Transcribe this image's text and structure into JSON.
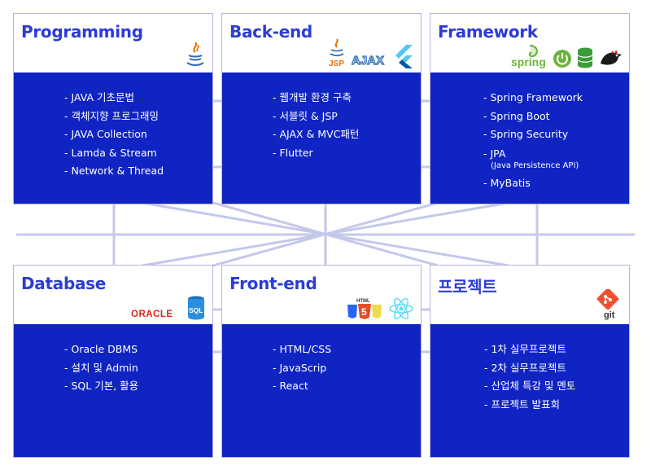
{
  "cards": [
    {
      "title": "Programming",
      "icons": [
        "java-icon"
      ],
      "items": [
        "JAVA 기초문법",
        "객체지향 프로그래밍",
        "JAVA Collection",
        "Lamda & Stream",
        "Network & Thread"
      ]
    },
    {
      "title": "Back-end",
      "icons": [
        "jsp-icon",
        "ajax-icon",
        "flutter-icon"
      ],
      "logo_text": {
        "jsp": "JSP",
        "ajax": "AJAX"
      },
      "items": [
        "웹개발 환경 구축",
        "서블릿 & JSP",
        "AJAX & MVC패턴",
        "Flutter"
      ]
    },
    {
      "title": "Framework",
      "icons": [
        "spring-icon",
        "spring-boot-icon",
        "database-icon",
        "mybatis-bird-icon"
      ],
      "logo_text": {
        "spring": "spring"
      },
      "items": [
        "Spring Framework",
        "Spring Boot",
        "Spring Security",
        "JPA",
        "MyBatis"
      ],
      "jpa_note": "(Java Persistence API)"
    },
    {
      "title": "Database",
      "icons": [
        "oracle-icon",
        "sql-icon"
      ],
      "logo_text": {
        "oracle": "ORACLE",
        "sql": "SQL"
      },
      "items": [
        "Oracle DBMS",
        "설치 및 Admin",
        "SQL 기본, 활용"
      ]
    },
    {
      "title": "Front-end",
      "icons": [
        "html-css-js-icon",
        "react-icon"
      ],
      "logo_text": {
        "html": "HTML"
      },
      "items": [
        "HTML/CSS",
        "JavaScrip",
        "React"
      ]
    },
    {
      "title": "프로젝트",
      "icons": [
        "git-icon"
      ],
      "logo_text": {
        "git": "git"
      },
      "items": [
        "1차 실무프로젝트",
        "2차 실무프로젝트",
        "산업체 특강 및 멘토",
        "프로젝트 발표회"
      ]
    }
  ],
  "colors": {
    "title": "#2b3cd6",
    "body": "#0f24c2",
    "connector": "#c4c8ea"
  }
}
